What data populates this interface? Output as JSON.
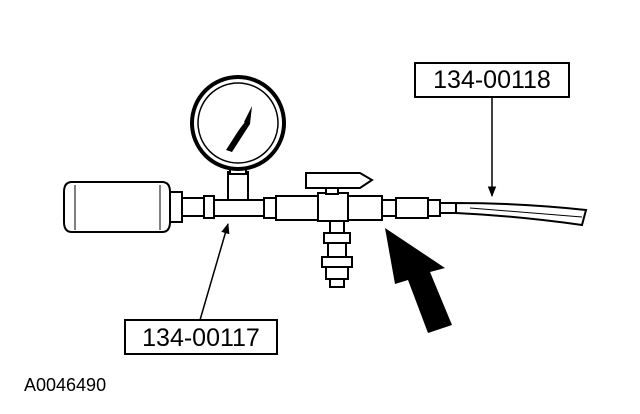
{
  "callouts": {
    "top_part_number": "134-00118",
    "bottom_part_number": "134-00117"
  },
  "figure_id": "A0046490"
}
